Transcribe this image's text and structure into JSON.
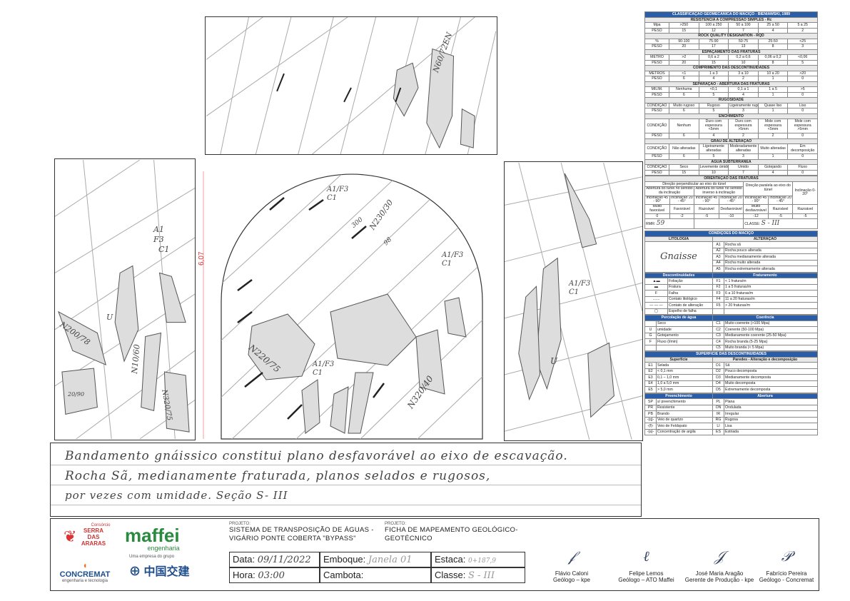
{
  "left_panel_labels": {
    "n200": "N200/78",
    "n10": "N10/60",
    "n320": "N320/75",
    "a1": "A1",
    "f3": "F3",
    "c1": "C1",
    "u": "U",
    "num": "20/90"
  },
  "top_panel_labels": {
    "n60": "N60/72EN"
  },
  "arch_labels": {
    "a1f3c1_top": "A1/F3 C1",
    "n230": "N230/30",
    "n300": "300",
    "n98": "98",
    "a1f3c1_right": "A1/F3 C1",
    "n220": "N220/75",
    "a1f3c1_bottom": "A1/F3 C1",
    "n320": "N320/40",
    "dim": "6,07"
  },
  "right_panel_labels": {
    "a1f3c1": "A1/F3 C1",
    "u": "U"
  },
  "notes": [
    "Bandamento gnáissico constitui plano desfavorável ao eixo de escavação.",
    "Rocha Sã, medianamente fraturada, planos selados e rugosos,",
    "por vezes com umidade.   Seção  S- III"
  ],
  "sheet": {
    "title": "CLASSIFICAÇÃO GEOMECÂNICA DO MACIÇO - BIENIAWSKI, 1989",
    "res_title": "RESISTÊNCIA A COMPRESSÃO SIMPLES - Rc",
    "res_head": [
      "Mpa",
      ">250",
      "100 a 250",
      "50 a 100",
      "25 a 50",
      "5 a 25"
    ],
    "res_peso": [
      "PESO",
      "15",
      "12",
      "7",
      "4",
      "2"
    ],
    "rqd_title": "ROCK QUALITY DESIGNATION - RQD",
    "rqd_head": [
      "%",
      "90-100",
      "75-90",
      "50-75",
      "25-50",
      "<25"
    ],
    "rqd_peso": [
      "PESO",
      "20",
      "17",
      "13",
      "8",
      "3"
    ],
    "esp_title": "ESPAÇAMENTO DAS FRATURAS",
    "esp_head": [
      "METRO",
      ">2",
      "0,6 a 2",
      "0,2 a 0,6",
      "0,06 a 0,2",
      "<0,06"
    ],
    "esp_peso": [
      "PESO",
      "20",
      "15",
      "10",
      "8",
      "5"
    ],
    "comp_title": "COMPRIMENTO DAS DESCONTINUIDADES",
    "comp_head": [
      "METROS",
      "<1",
      "1 a 3",
      "3 a 10",
      "10 a 20",
      ">20"
    ],
    "comp_peso": [
      "PESO",
      "6",
      "4",
      "2",
      "1",
      "0"
    ],
    "ab_title": "SEPARAÇÃO - ABERTURA DAS FRATURAS",
    "ab_head": [
      "MILÍM.",
      "Nenhuma",
      "<0,1",
      "0,1 a 1",
      "1 a 5",
      ">5"
    ],
    "ab_peso": [
      "PESO",
      "6",
      "5",
      "4",
      "1",
      "0"
    ],
    "rug_title": "RUGOSIDADE",
    "rug_head": [
      "CONDIÇÃO",
      "Muito rugoso",
      "Rugoso",
      "Ligeiramente rugoso",
      "Quase liso",
      "Liso"
    ],
    "rug_peso": [
      "PESO",
      "6",
      "5",
      "3",
      "1",
      "0"
    ],
    "enc_title": "ENCHIMENTO",
    "enc_head": [
      "CONDIÇÃO",
      "Nenhum",
      "Duro com espessura <5mm",
      "Duro com espessura >5mm",
      "Mole com espessura <5mm",
      "Mole com espessura >5mm"
    ],
    "enc_peso": [
      "PESO",
      "6",
      "4",
      "2",
      "2",
      "0"
    ],
    "alt_title": "GRAU DE ALTERAÇÃO",
    "alt_head": [
      "CONDIÇÃO",
      "Não alteradas",
      "Ligeiramente alteradas",
      "Moderadamente alteradas",
      "Muito alteradas",
      "Em decomposição"
    ],
    "alt_peso": [
      "PESO",
      "6",
      "5",
      "3",
      "1",
      "0"
    ],
    "agua_title": "ÁGUA SUBTERRÂNEA",
    "agua_head": [
      "CONDIÇÃO",
      "Seco",
      "Levemente úmido",
      "Úmido",
      "Gotejando",
      "Fluxo"
    ],
    "agua_peso": [
      "PESO",
      "15",
      "10",
      "7",
      "4",
      "0"
    ],
    "ori_title": "ORIENTAÇÃO DAS FRATURAS",
    "ori_perp": "Direção perpendicular ao eixo do túnel",
    "ori_sub": [
      "Abertura do túnel no sentido da inclinação",
      "Abertura do túnel no sentido inverso à inclinação",
      "Direção paralela ao eixo do túnel",
      "Inclinação 0-20°"
    ],
    "ori_inc": [
      "Inclinação 45 - 90°",
      "Inclinação 20 - 45°",
      "Inclinação 45 - 90°",
      "Inclinação 20 - 45°",
      "Inclinação 45 - 90°",
      "Inclinação 20 - 45°"
    ],
    "ori_cond": [
      "Muito favorável",
      "Favorável",
      "Razoável",
      "Desfavorável",
      "Muito desfavorável",
      "Razoável",
      "Razoável"
    ],
    "ori_peso": [
      "0",
      "-2",
      "-5",
      "-10",
      "-12",
      "-5",
      "-5"
    ],
    "rmr_label": "RMR:",
    "rmr_value": "59",
    "classe_label": "CLASSE:",
    "classe_value": "S - III",
    "cond_title": "CONDIÇÕES DO MACIÇO",
    "lito_title": "LITOLOGIA",
    "alteracao_title": "ALTERAÇÃO",
    "lito_value": "Gnaisse",
    "alteracao": [
      [
        "A1",
        "Rocha sã"
      ],
      [
        "A2",
        "Rocha pouco alterada"
      ],
      [
        "A3",
        "Rocha medianamente alterada"
      ],
      [
        "A4",
        "Rocha muito alterada"
      ],
      [
        "A5",
        "Rocha extremamente alterada"
      ]
    ],
    "desc_title": "Descontinuidades",
    "frat_title": "Fraturamento",
    "desc": [
      "Foliação",
      "Fratura",
      "Falha",
      "Contato litológico",
      "Contato de alteração",
      "Espelho de falha"
    ],
    "frat": [
      [
        "F1",
        "< 1 fratura/m"
      ],
      [
        "F2",
        "1 a 5 fraturas/m"
      ],
      [
        "F3",
        "6 a 10 fraturas/m"
      ],
      [
        "F4",
        "11 a 20 fraturas/m"
      ],
      [
        "F5",
        "> 20 fraturas/m"
      ]
    ],
    "perc_title": "Percolação de água",
    "coer_title": "Coerência",
    "perc": [
      [
        "",
        "Seco"
      ],
      [
        "U",
        "umidade"
      ],
      [
        "G",
        "Gotejamento"
      ],
      [
        "F",
        "Fluxo (l/min)"
      ]
    ],
    "coer": [
      [
        "C1",
        "Muito coerente (>100 Mpa)"
      ],
      [
        "C2",
        "Coerente (50-100 Mpa)"
      ],
      [
        "C3",
        "Medianamente coerente (25-50 Mpa)"
      ],
      [
        "C4",
        "Rocha branda (5-25 Mpa)"
      ],
      [
        "C5",
        "Muito branda (< 5 Mpa)"
      ]
    ],
    "sup_title": "SUPERFÍCIE DAS DESCONTINUIDADES",
    "sup_sub": "Superfície",
    "par_sub": "Paredes - Alteração e decomposição",
    "sup": [
      [
        "E1",
        "Selada"
      ],
      [
        "E2",
        "< 0,1 mm"
      ],
      [
        "E3",
        "0,1 – 1,0 mm"
      ],
      [
        "E4",
        "1,0 a 5,0 mm"
      ],
      [
        "E5",
        "> 5,0 mm"
      ]
    ],
    "par": [
      [
        "D1",
        "Sã"
      ],
      [
        "D2",
        "Pouco decomposta"
      ],
      [
        "D3",
        "Medianamente decomposta"
      ],
      [
        "D4",
        "Muito decomposta"
      ],
      [
        "D5",
        "Extremamente decomposta"
      ]
    ],
    "pre_title": "Preenchimento",
    "abe_title": "Abertura",
    "pre": [
      [
        "SP",
        "s/ preenchimento"
      ],
      [
        "PR",
        "Resistente"
      ],
      [
        "PB",
        "Brando"
      ],
      [
        "-(q)-",
        "Veio de quartzo"
      ],
      [
        "-(f)-",
        "Veio de Feldspato"
      ],
      [
        "-(a)-",
        "Concentração de argila"
      ]
    ],
    "abe": [
      [
        "PL",
        "Plana"
      ],
      [
        "ON",
        "Ondulada"
      ],
      [
        "IR",
        "Irregular"
      ],
      [
        "RG",
        "Rugosa"
      ],
      [
        "LI",
        "Lisa"
      ],
      [
        "ES",
        "Estriada"
      ]
    ]
  },
  "footer": {
    "logo_consorcio": "Consórcio",
    "logo_serra": "SERRA DAS ARARAS",
    "logo_maffei": "maffei",
    "logo_maffei_sub": "engenharia",
    "logo_concremat": "CONCREMAT",
    "logo_concremat_sub": "engenharia e tecnologia",
    "logo_china": "中国交建",
    "logo_china_caption": "Uma empresa do grupo",
    "projeto1_label": "PROJETO:",
    "projeto1": "SISTEMA DE TRANSPOSIÇÃO DE ÁGUAS - VIGÁRIO PONTE COBERTA \"BYPASS\"",
    "projeto2_label": "PROJETO:",
    "projeto2": "FICHA DE MAPEAMENTO GEOLÓGICO-GEOTÉCNICO",
    "data_label": "Data:",
    "data_value": "09/11/2022",
    "emboque_label": "Emboque:",
    "emboque_value": "Janela 01",
    "estaca_label": "Estaca:",
    "estaca_value": "0+187,9",
    "hora_label": "Hora:",
    "hora_value": "03:00",
    "cambota_label": "Cambota:",
    "cambota_value": "",
    "classe_label": "Classe:",
    "classe_value": "S - III"
  },
  "signatures": [
    {
      "name": "Flávio Caloni",
      "role": "Geólogo – kpe"
    },
    {
      "name": "Felipe Lemos",
      "role": "Geólogo – ATO Maffei"
    },
    {
      "name": "José Maria Aragão",
      "role": "Gerente de Produção - kpe"
    },
    {
      "name": "Fabrício Pereira",
      "role": "Geólogo - Concremat"
    }
  ]
}
